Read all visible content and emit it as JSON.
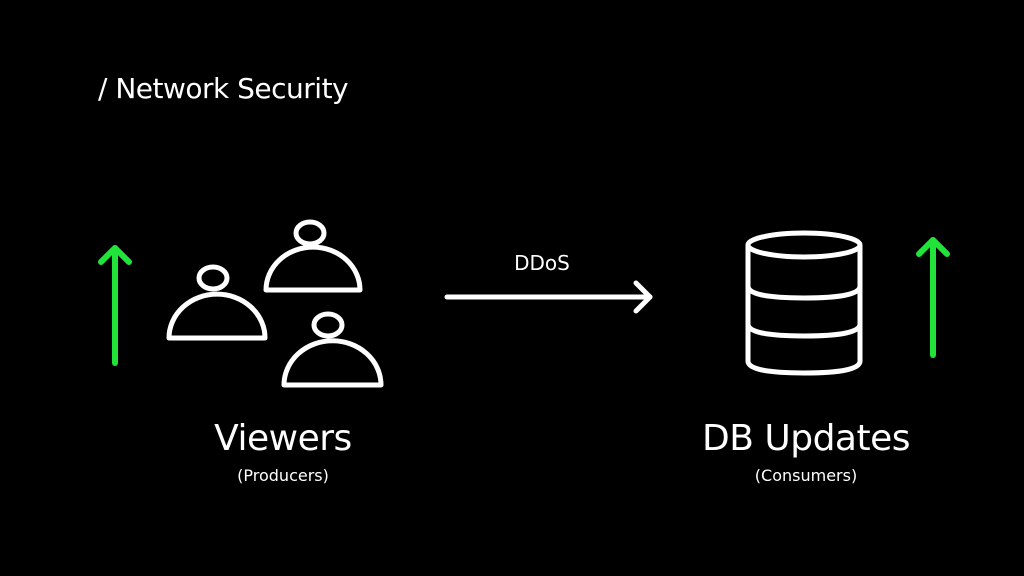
{
  "breadcrumb": "/ Network Security",
  "producers": {
    "title": "Viewers",
    "subtitle": "(Producers)",
    "icon": "users-group-icon",
    "trend_icon": "arrow-up-icon"
  },
  "connection": {
    "label": "DDoS",
    "icon": "arrow-right-icon"
  },
  "consumers": {
    "title": "DB Updates",
    "subtitle": "(Consumers)",
    "icon": "database-icon",
    "trend_icon": "arrow-up-icon"
  },
  "colors": {
    "background": "#000000",
    "foreground": "#ffffff",
    "trend": "#22e33a"
  }
}
